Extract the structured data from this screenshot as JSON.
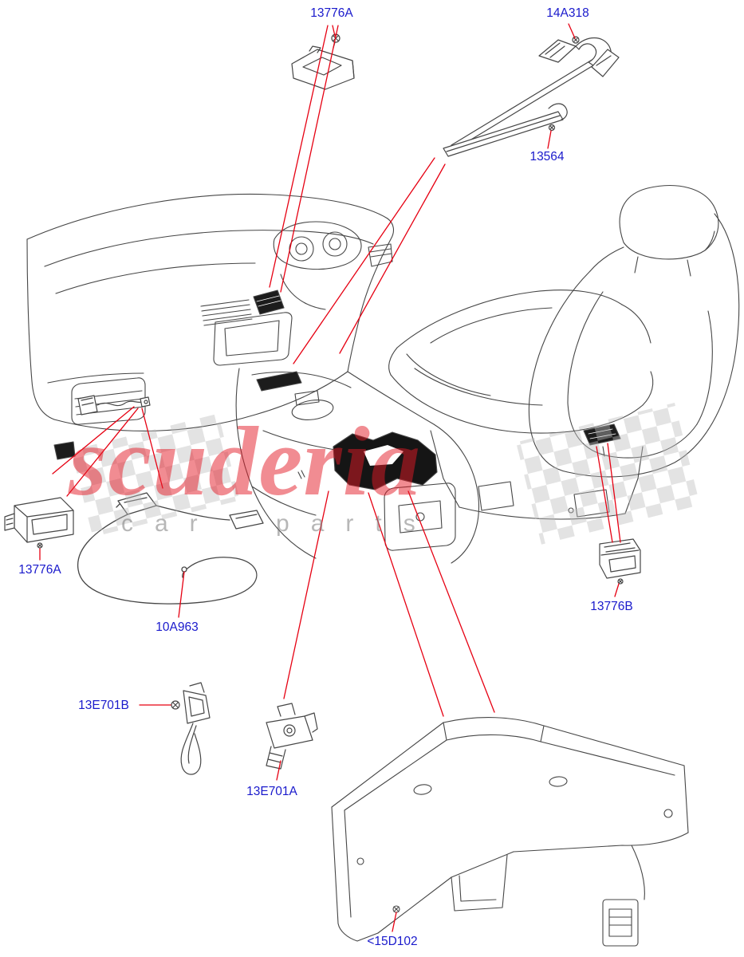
{
  "diagram": {
    "type": "exploded-parts-diagram",
    "subject": "vehicle interior lamps - instrument panel, console and seat"
  },
  "colors": {
    "label_text": "#1a1acc",
    "leader_line": "#e60012",
    "artwork_line": "#464646",
    "artwork_dark_fill": "#1c1c1c",
    "watermark_red": "#e41a27",
    "watermark_gray": "#7d7d7d",
    "background": "#ffffff"
  },
  "watermark": {
    "brand": "scuderia",
    "sub": "car parts"
  },
  "labels": [
    {
      "text": "13776A"
    },
    {
      "text": "14A318"
    },
    {
      "text": "13564"
    },
    {
      "text": "13776A"
    },
    {
      "text": "10A963"
    },
    {
      "text": "13E701B"
    },
    {
      "text": "13E701A"
    },
    {
      "text": "13776B"
    },
    {
      "text": "<15D102"
    }
  ]
}
